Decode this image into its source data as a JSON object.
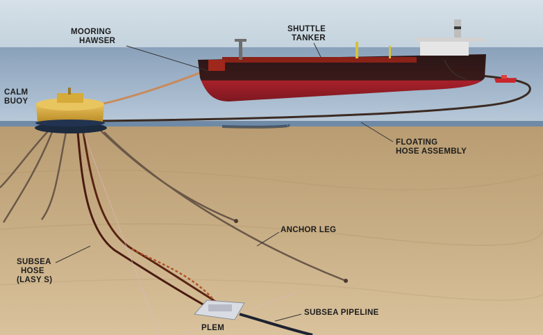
{
  "labels": {
    "mooring_hawser": [
      "MOORING",
      "HAWSER"
    ],
    "shuttle_tanker": [
      "SHUTTLE",
      "TANKER"
    ],
    "calm_buoy": [
      "CALM",
      "BUOY"
    ],
    "floating_hose": [
      "FLOATING",
      "HOSE ASSEMBLY"
    ],
    "anchor_leg": "ANCHOR LEG",
    "subsea_hose": [
      "SUBSEA",
      "HOSE",
      "(LASY S)"
    ],
    "subsea_pipeline": "SUBSEA PIPELINE",
    "plem": "PLEM"
  },
  "colors": {
    "sky": "#cfdbe3",
    "sea_surface": "#9fb3c9",
    "water_section": "#7f9ab5",
    "seabed": "#c7ad84",
    "hull_upper": "#2a1414",
    "hull_lower": "#b3232b",
    "deck": "#8a2218",
    "buoy": "#d7a83a",
    "hawser": "#c98a5a",
    "anchor_chain": "#5b4a3c",
    "subsea_hose": "#4a1a10",
    "pipeline": "#1e2230",
    "plem": "#d9dce2"
  }
}
